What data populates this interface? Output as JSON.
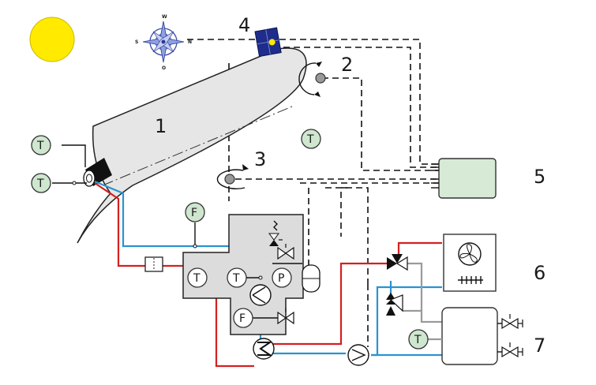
{
  "labels": {
    "collector": "1",
    "tracking_1": "2",
    "tracking_2": "3",
    "solar_sensor": "4",
    "controller": "5",
    "heat_unit": "6",
    "storage_tank": "7"
  },
  "gauges": {
    "temp": "T",
    "flow": "F",
    "pressure": "P"
  },
  "compass": {
    "north": "N",
    "south": "S",
    "west": "W",
    "east": "O"
  },
  "colors": {
    "sun": "#ffea00",
    "collector": "#e6e6e6",
    "hot_line": "#d42020",
    "cold_line": "#2a93cf",
    "controller": "#d6ead6",
    "gauge": "#cfe6cf",
    "station": "#dcdcdc",
    "panel": "#1e2d8c"
  },
  "icons": [
    "sun-icon",
    "compass-rose-icon",
    "solar-sensor-icon",
    "rotation-motor-icon",
    "pump-icon",
    "valve-icon",
    "three-way-valve-icon",
    "heat-exchanger-icon",
    "safety-valve-icon",
    "expansion-vessel-icon",
    "fan-icon",
    "radiator-icon",
    "check-valve-icon"
  ]
}
